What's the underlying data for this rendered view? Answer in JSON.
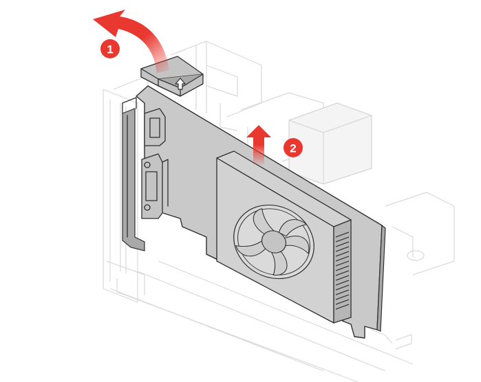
{
  "steps": [
    {
      "number": "1",
      "action": "lift-latch",
      "color": "#e8382f"
    },
    {
      "number": "2",
      "action": "pull-card-up",
      "color": "#e8382f"
    }
  ],
  "latch_icon": "unlock-arrow-icon",
  "colors": {
    "accent": "#e8382f",
    "card": "#c9c9c9",
    "outline": "#2e2e2e",
    "ghost_chassis": "#d9d9d9"
  }
}
